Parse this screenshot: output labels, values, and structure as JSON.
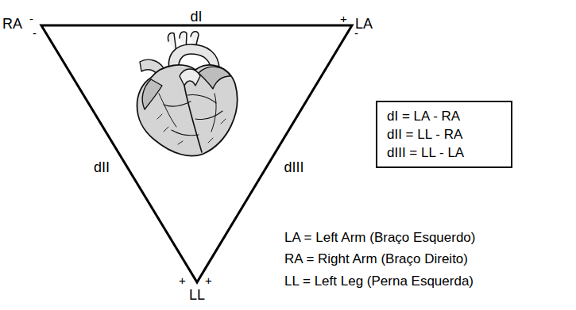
{
  "diagram": {
    "nodes": [
      {
        "text": [
          "dI = LA - RA",
          "dII = LL - RA",
          "dIII = LL - LA"
        ]
      }
    ],
    "labels": [
      "RA",
      "-",
      "-",
      "dI",
      "+",
      "LA",
      "-",
      "dII",
      "dIII",
      "+",
      "+",
      "LL",
      "LA = Left Arm (Braço Esquerdo)",
      "RA = Right Arm (Braço Direito)",
      "LL = Left Leg (Perna Esquerda)"
    ]
  }
}
